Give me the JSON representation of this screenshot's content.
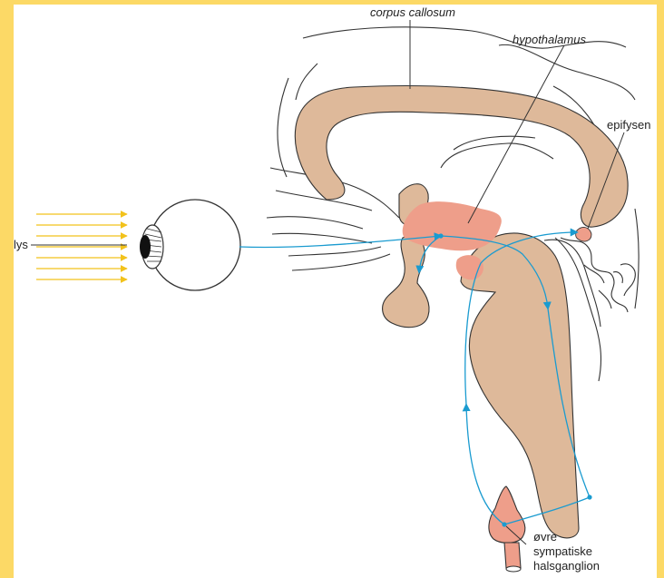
{
  "labels": {
    "corpus_callosum": "corpus callosum",
    "hypothalamus": "hypothalamus",
    "epifysen": "epifysen",
    "lys": "lys",
    "ganglion_line1": "øvre",
    "ganglion_line2": "sympatiske",
    "ganglion_line3": "halsganglion"
  },
  "colors": {
    "frame": "#fcd966",
    "brain_tissue": "#deb99a",
    "hypothalamus_fill": "#ee9e8a",
    "pathway": "#1a9bd0",
    "light_rays": "#f2c21b",
    "outline": "#333333"
  }
}
